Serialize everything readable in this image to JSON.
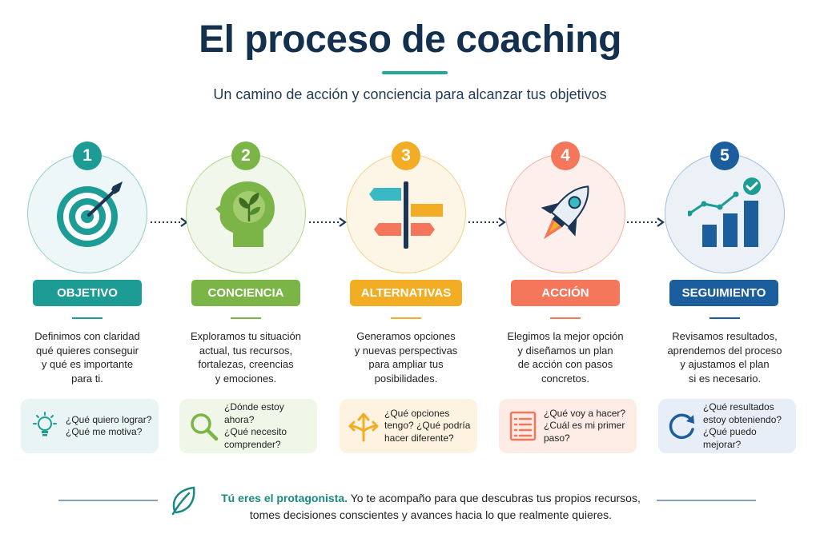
{
  "title": "El proceso de coaching",
  "subtitle": "Un camino de acción y conciencia para alcanzar tus objetivos",
  "colors": {
    "objetivo": "#1c9c94",
    "conciencia": "#7bb547",
    "alternativas": "#f3ad25",
    "accion": "#f4765b",
    "seguimiento": "#1c5d9d",
    "title": "#14304f"
  },
  "steps": [
    {
      "number": "1",
      "label": "OBJETIVO",
      "icon": "target-icon",
      "description": "Definimos con claridad\nqué quieres conseguir\ny qué es importante\npara ti.",
      "questions": "¿Qué quiero lograr?\n¿Qué me motiva?",
      "question_icon": "lightbulb-icon"
    },
    {
      "number": "2",
      "label": "CONCIENCIA",
      "icon": "head-plant-icon",
      "description": "Exploramos tu situación\nactual, tus recursos,\nfortalezas, creencias\ny emociones.",
      "questions": "¿Dónde estoy ahora?\n¿Qué necesito\ncomprender?",
      "question_icon": "magnifier-icon"
    },
    {
      "number": "3",
      "label": "ALTERNATIVAS",
      "icon": "signpost-icon",
      "description": "Generamos opciones\ny nuevas perspectivas\npara ampliar tus\nposibilidades.",
      "questions": "¿Qué opciones\ntengo? ¿Qué podría\nhacer diferente?",
      "question_icon": "split-arrows-icon"
    },
    {
      "number": "4",
      "label": "ACCIÓN",
      "icon": "rocket-icon",
      "description": "Elegimos la mejor opción\ny diseñamos un plan\nde acción con pasos\nconcretos.",
      "questions": "¿Qué voy a hacer?\n¿Cuál es mi primer\npaso?",
      "question_icon": "checklist-icon"
    },
    {
      "number": "5",
      "label": "SEGUIMIENTO",
      "icon": "growth-chart-icon",
      "description": "Revisamos resultados,\naprendemos del proceso\ny ajustamos el plan\nsi es necesario.",
      "questions": "¿Qué resultados\nestoy obteniendo?\n¿Qué puedo mejorar?",
      "question_icon": "refresh-icon"
    }
  ],
  "footer": {
    "bold": "Tú eres el protagonista.",
    "text": " Yo te acompaño para que descubras tus propios recursos, tomes decisiones conscientes y avances hacia lo que realmente quieres.",
    "icon": "leaf-icon"
  }
}
